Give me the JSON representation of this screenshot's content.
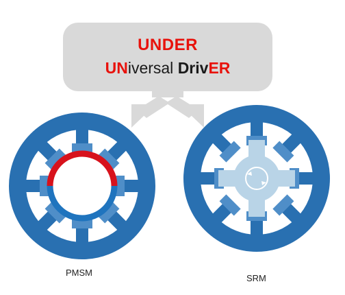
{
  "banner": {
    "title": "UNDER",
    "subtitle_parts": [
      "UN",
      "iversal ",
      "Driv",
      "ER"
    ]
  },
  "motors": {
    "left_label": "PMSM",
    "right_label": "SRM"
  },
  "colors": {
    "stator": "#2970b1",
    "stator_tooth_light": "#4f8ec8",
    "rotor_north": "#d7121c",
    "rotor_south": "#1f74be",
    "srm_rotor": "#b9d4e7",
    "banner_fill": "#d9d9d9",
    "accent_red": "#e8120c"
  }
}
